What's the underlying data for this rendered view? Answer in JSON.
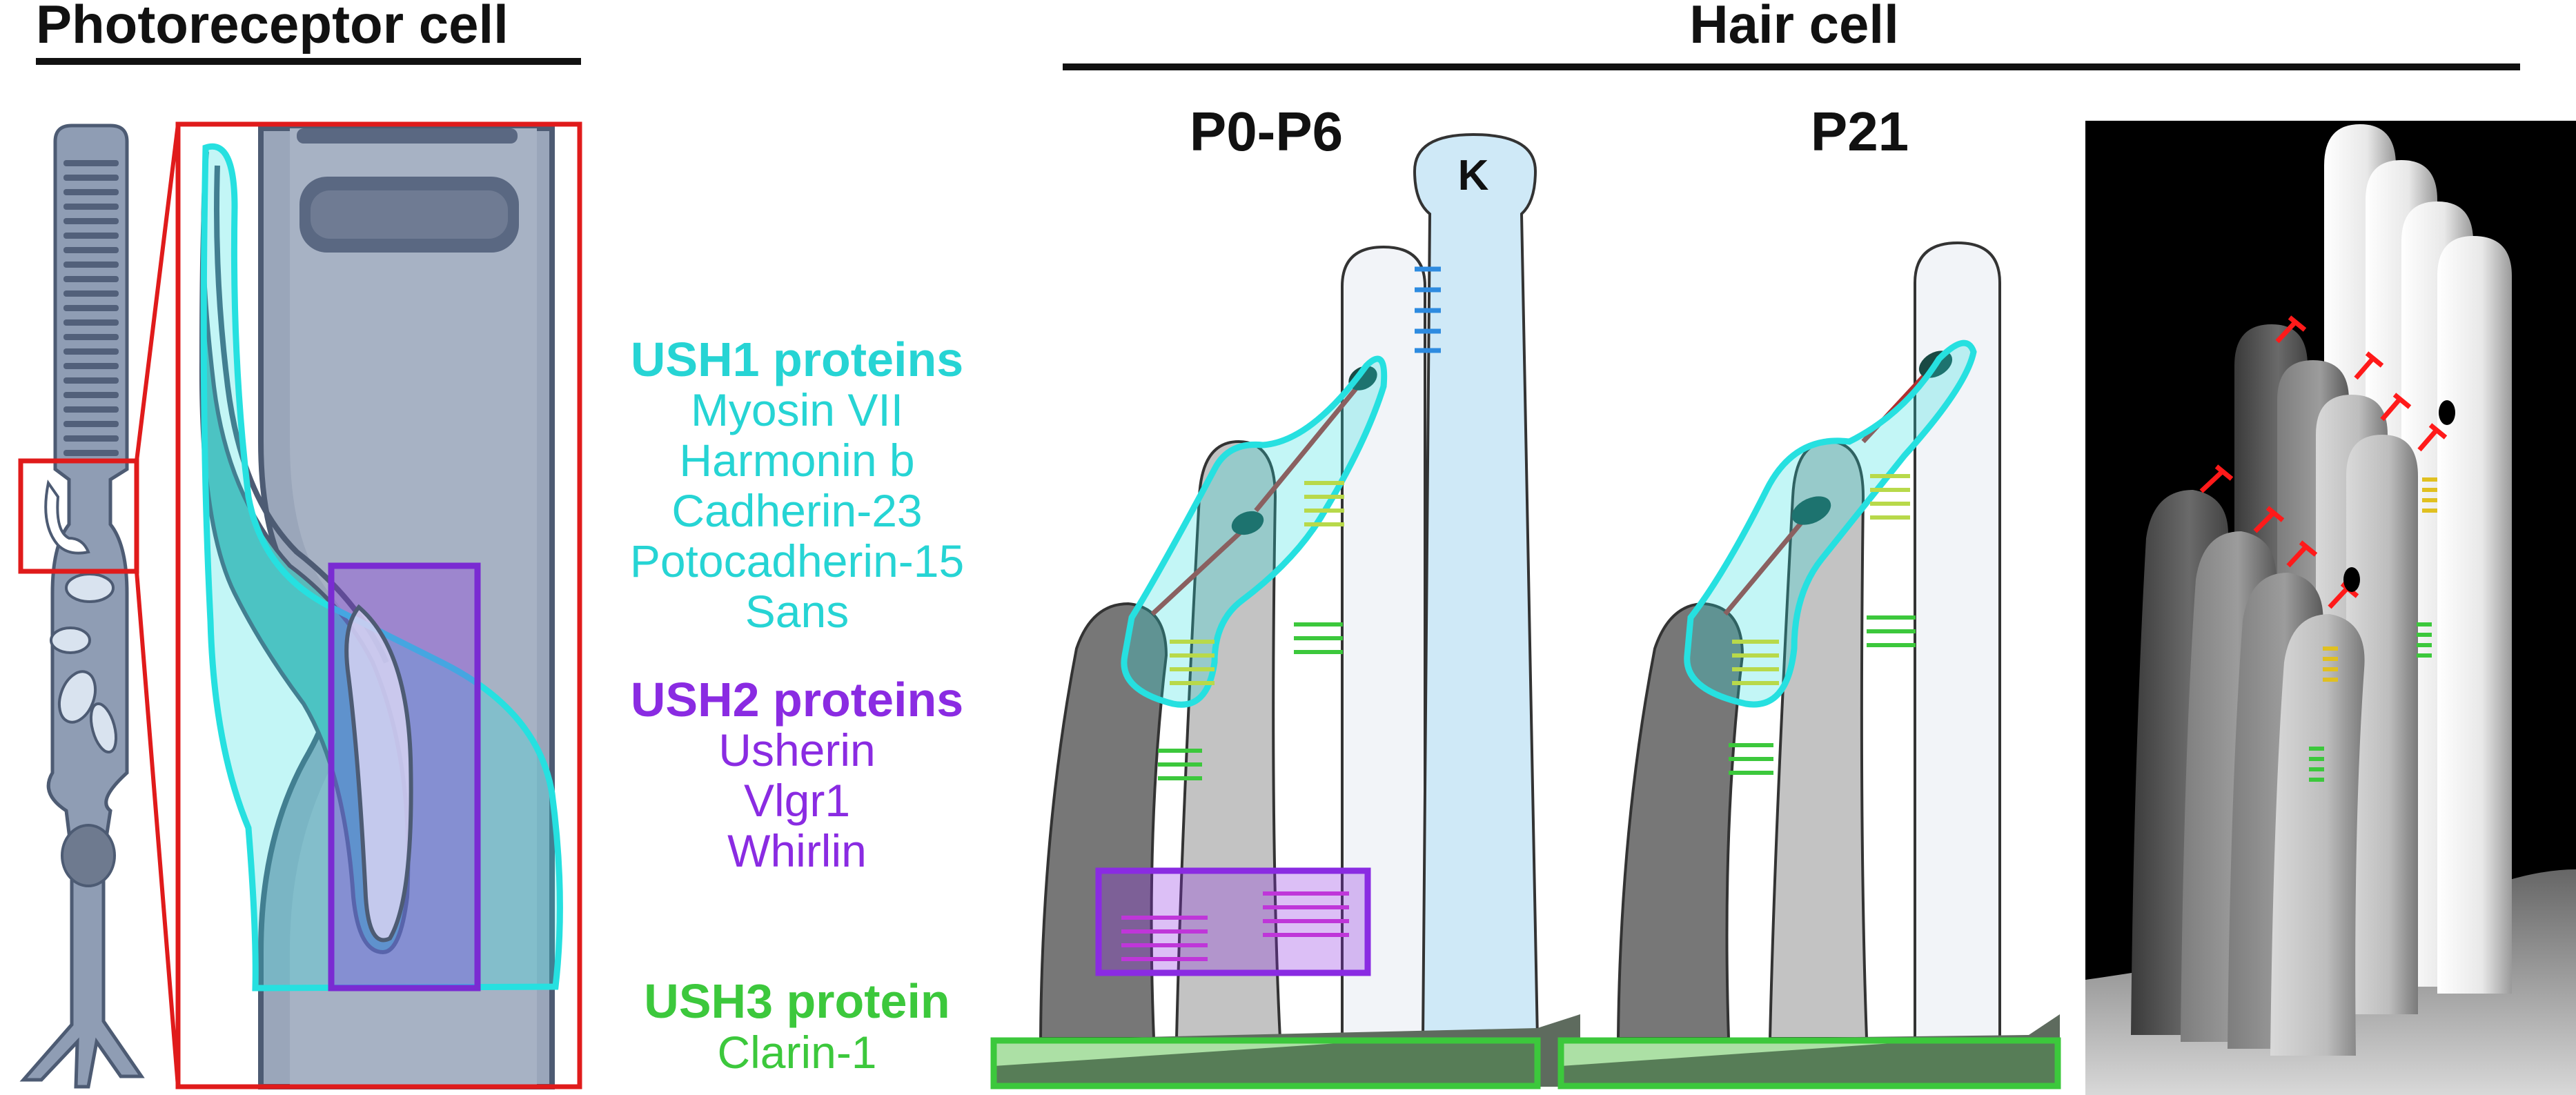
{
  "headings": {
    "photoreceptor": "Photoreceptor cell",
    "hair_cell": "Hair cell",
    "p0_p6": "P0-P6",
    "p21": "P21",
    "kinocilium": "K"
  },
  "legend": {
    "ush1": {
      "title": "USH1 proteins",
      "color": "#26d4d4",
      "items": [
        "Myosin VII",
        "Harmonin b",
        "Cadherin-23",
        "Potocadherin-15",
        "Sans"
      ]
    },
    "ush2": {
      "title": "USH2 proteins",
      "color": "#8a2be2",
      "items": [
        "Usherin",
        "Vlgr1",
        "Whirlin"
      ]
    },
    "ush3": {
      "title": "USH3 protein",
      "color": "#3cc83c",
      "items": [
        "Clarin-1"
      ]
    }
  },
  "colors": {
    "highlight_red": "#e01b1b",
    "ush1_outline": "#26e0e0",
    "ush2_outline": "#8a2be2",
    "ush3_outline": "#3cc83c",
    "tip_link": "#b03030",
    "kinocilium_fill": "#cfe9f7"
  }
}
